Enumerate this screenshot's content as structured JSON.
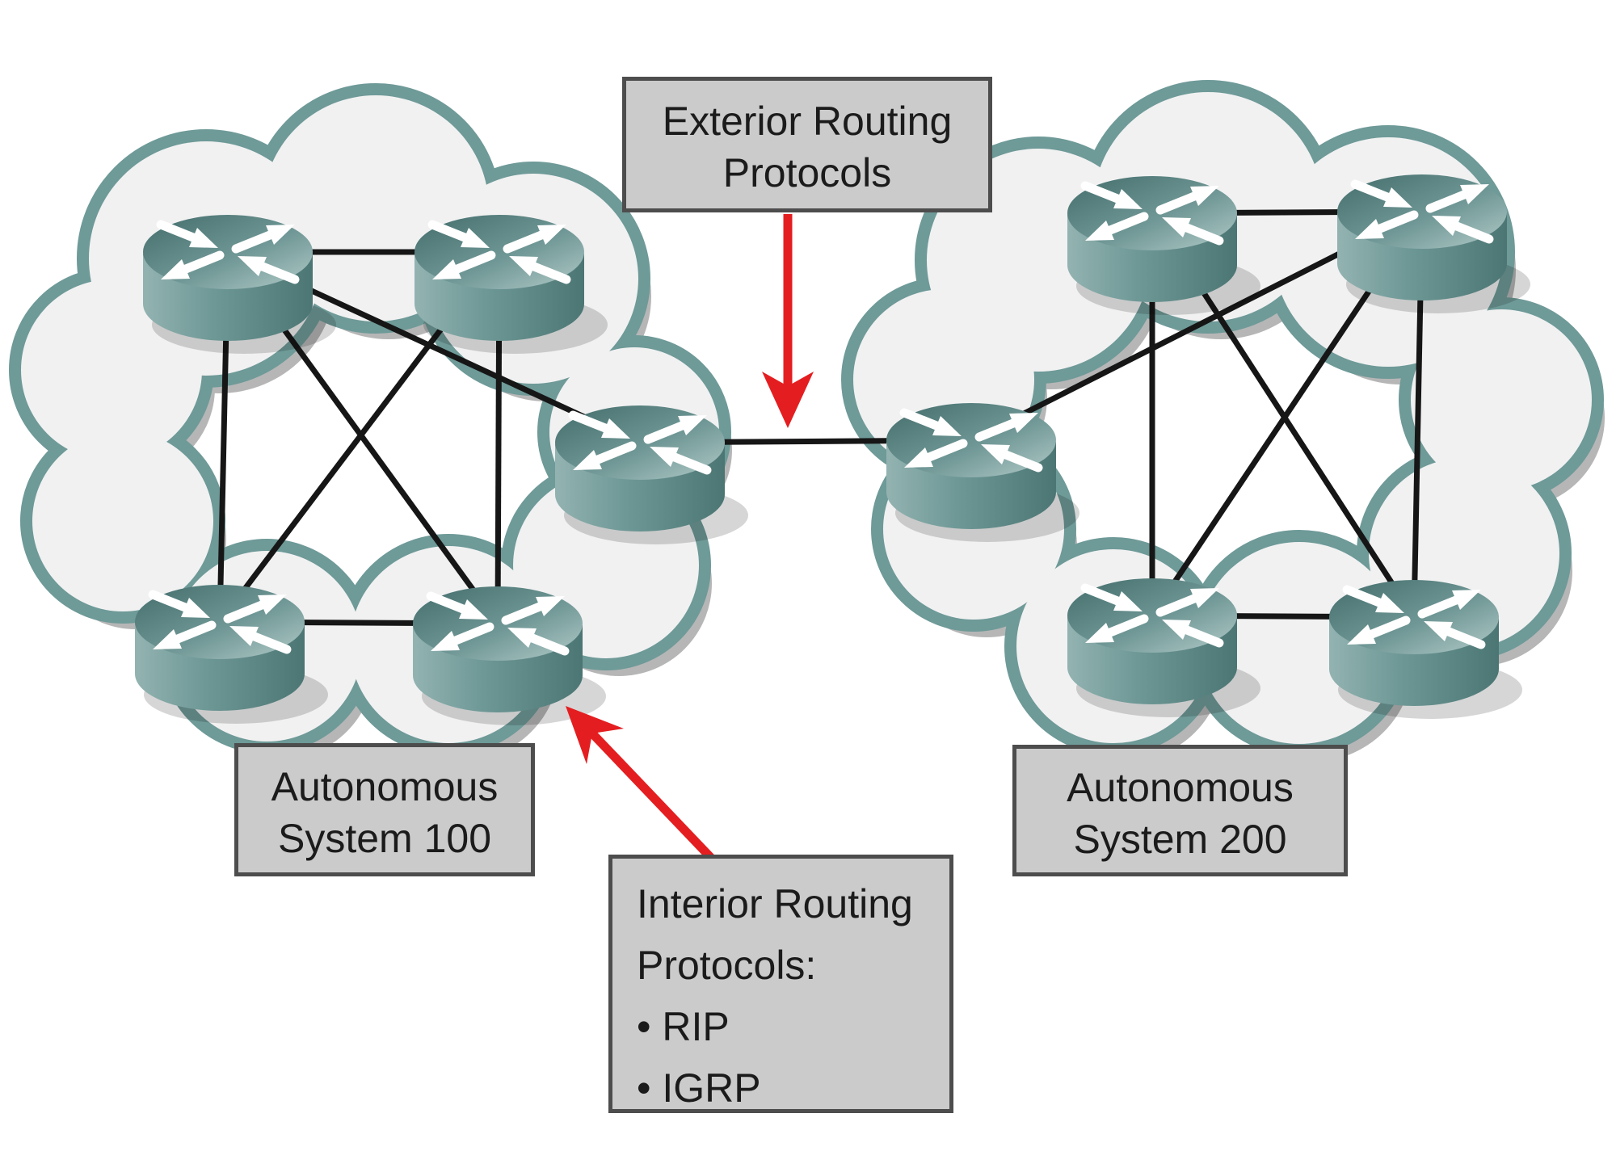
{
  "boxes": {
    "exterior": {
      "lines": [
        "Exterior Routing",
        "Protocols"
      ]
    },
    "as100": {
      "lines": [
        "Autonomous",
        "System 100"
      ]
    },
    "as200": {
      "lines": [
        "Autonomous",
        "System 200"
      ]
    },
    "interior": {
      "lines": [
        "Interior Routing",
        "Protocols:",
        "• RIP",
        "• IGRP"
      ]
    }
  },
  "network": {
    "autonomous_systems": [
      {
        "id": "as100",
        "label": "Autonomous System 100",
        "routers": [
          "r1",
          "r2",
          "r3",
          "r4",
          "r5"
        ],
        "edge_router": "r3",
        "links": [
          [
            "r1",
            "r2"
          ],
          [
            "r1",
            "r3"
          ],
          [
            "r1",
            "r4"
          ],
          [
            "r1",
            "r5"
          ],
          [
            "r2",
            "r4"
          ],
          [
            "r2",
            "r5"
          ],
          [
            "r4",
            "r5"
          ]
        ]
      },
      {
        "id": "as200",
        "label": "Autonomous System 200",
        "routers": [
          "r6",
          "r7",
          "r8",
          "r9",
          "r10"
        ],
        "edge_router": "r6",
        "links": [
          [
            "r7",
            "r8"
          ],
          [
            "r7",
            "r9"
          ],
          [
            "r7",
            "r10"
          ],
          [
            "r8",
            "r6"
          ],
          [
            "r8",
            "r9"
          ],
          [
            "r8",
            "r10"
          ],
          [
            "r9",
            "r10"
          ]
        ]
      }
    ],
    "external_links": [
      [
        "r3",
        "r6"
      ]
    ],
    "arrows": [
      {
        "id": "exterior-arrow",
        "points_to": "link between the two autonomous systems"
      },
      {
        "id": "interior-arrow",
        "points_to": "router inside Autonomous System 100"
      }
    ]
  },
  "icons": {
    "router": "cisco-router-icon",
    "cloud": "network-cloud"
  },
  "colors": {
    "background": "#ffffff",
    "cloud_outline": "#6e9a98",
    "cloud_fill": "#f1f1f1",
    "cloud_shadow": "#b6b6b6",
    "router_teal_dark": "#426c6b",
    "router_teal": "#6f9795",
    "router_teal_light": "#b2cbc9",
    "link_line": "#161616",
    "arrow_red": "#e41e20",
    "box_fill": "#cbcbcb",
    "box_border": "#4d4d4d",
    "text": "#1b1b1b"
  }
}
